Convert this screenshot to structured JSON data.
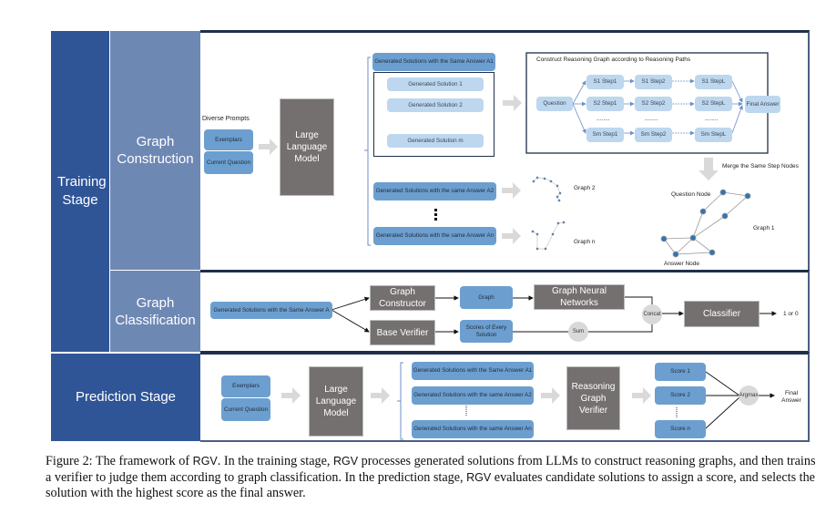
{
  "stages": {
    "training": "Training Stage",
    "prediction": "Prediction Stage"
  },
  "substages": {
    "construction": "Graph Construction",
    "classification": "Graph Classification"
  },
  "construction": {
    "diverse_prompts": "Diverse Prompts",
    "exemplars": "Exemplars",
    "current_question": "Current Question",
    "llm": "Large Language Model",
    "group_a1_header": "Generated Solutions with the Same Answer A1",
    "solutions": [
      "Generated Solution 1",
      "Generated Solution 2",
      "Generated Solution m"
    ],
    "group_a2": "Generated Solutions with the same Answer A2",
    "group_an": "Generated Solutions with the same Answer An",
    "graph2": "Graph 2",
    "graphn": "Graph n",
    "reasoning_title": "Construct Reasoning Graph according to Reasoning Paths",
    "question": "Question",
    "final_answer": "Final Answer",
    "rows": [
      [
        "S1 Step1",
        "S1 Step2",
        "S1 StepL"
      ],
      [
        "S2 Step1",
        "S2 Step2",
        "S2 StepL"
      ],
      [
        "Sm Step1",
        "Sm Step2",
        "Sm StepL"
      ]
    ],
    "ellipsis": "........",
    "merge": "Merge the Same Step Nodes",
    "question_node": "Question Node",
    "answer_node": "Answer Node",
    "graph1": "Graph 1"
  },
  "classification": {
    "input": "Generated Solutions with the Same Answer A",
    "graph_constructor": "Graph Constructor",
    "graph": "Graph",
    "gnn": "Graph Neural Networks",
    "base_verifier": "Base Verifier",
    "scores": "Scores of Every Solution",
    "sum": "Sum",
    "concat": "Concat",
    "classifier": "Classifier",
    "output": "1 or 0"
  },
  "prediction": {
    "exemplars": "Exemplars",
    "current_question": "Current Question",
    "llm": "Large Language Model",
    "groups": [
      "Generated Solutions with the Same Answer A1",
      "Generated Solutions with the same Answer A2",
      "Generated Solutions with the same Answer An"
    ],
    "verifier": "Reasoning Graph Verifier",
    "scores": [
      "Score 1",
      "Score 2",
      "Score n"
    ],
    "argmax": "Argmax",
    "final_answer": "Final Answer"
  },
  "caption": {
    "p1": "Figure 2: The framework of ",
    "rgv": "RGV",
    "p2": ". In the training stage, ",
    "p3": " processes generated solutions from LLMs to construct reasoning graphs, and then trains a verifier to judge them according to graph classification. In the prediction stage, ",
    "p4": " evaluates candidate solutions to assign a score, and selects the solution with the highest score as the final answer."
  }
}
